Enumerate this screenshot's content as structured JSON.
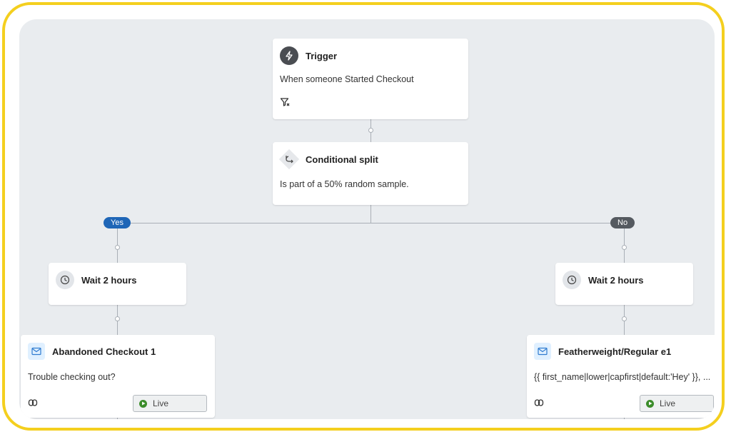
{
  "trigger": {
    "title": "Trigger",
    "description": "When someone Started Checkout",
    "icon": "lightning-icon",
    "filter_icon": "filter-icon"
  },
  "split": {
    "title": "Conditional split",
    "description": "Is part of a 50% random sample.",
    "icon": "split-icon"
  },
  "branches": {
    "yes_label": "Yes",
    "no_label": "No"
  },
  "left": {
    "wait_title": "Wait 2 hours",
    "email_title": "Abandoned Checkout 1",
    "email_subject": "Trouble checking out?",
    "status": "Live"
  },
  "right": {
    "wait_title": "Wait 2 hours",
    "email_title": "Featherweight/Regular e1",
    "email_subject": "{{ first_name|lower|capfirst|default:'Hey' }}, ...",
    "status": "Live"
  },
  "colors": {
    "frame": "#f4cf1e",
    "canvas": "#e9ecef",
    "yes_pill": "#1f66b7",
    "no_pill": "#555a60",
    "live_green": "#3b8c2a"
  }
}
